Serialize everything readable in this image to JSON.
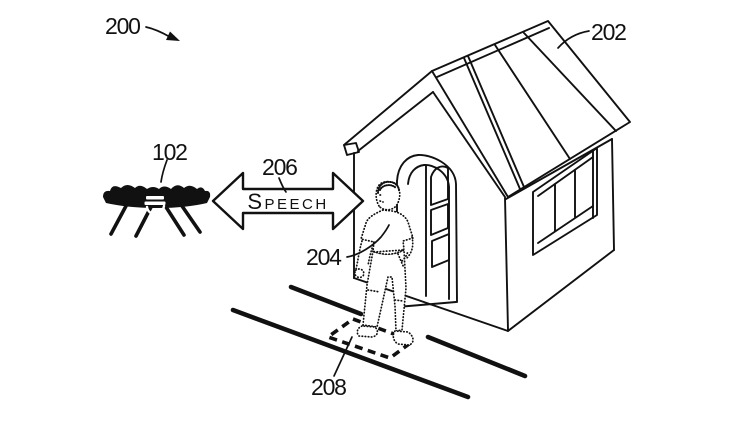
{
  "figure": {
    "background_color": "#ffffff",
    "ink_color": "#111111",
    "reference_labels": {
      "scene": "200",
      "drone": "102",
      "house": "202",
      "person": "204",
      "speech": "206",
      "mat": "208"
    },
    "speech_arrow_text": "Speech"
  }
}
